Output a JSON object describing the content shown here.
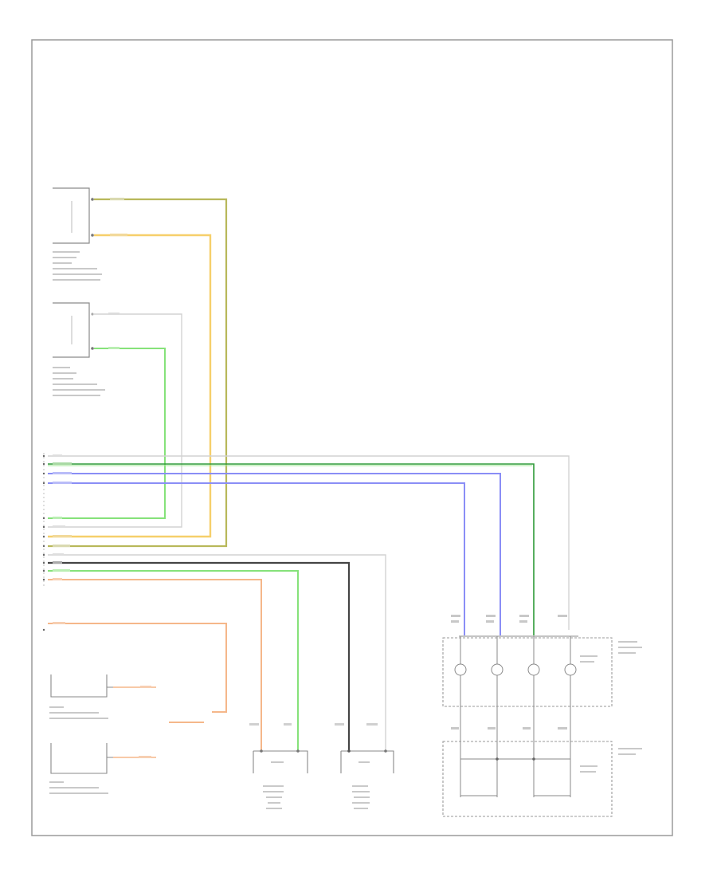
{
  "diagram": {
    "page_tag": "",
    "colors": {
      "frame": "#9a9a9a",
      "component": "#8a8a8a",
      "yellow": "#f6cf6b",
      "olive": "#b8b85a",
      "green": "#86e27a",
      "dark_green": "#2f9a38",
      "blue": "#8a8ef6",
      "orange": "#f5b78a",
      "black": "#444444",
      "white_wire": "#d2d2d2"
    },
    "components": [
      {
        "id": "passenger-front-impact-sensor",
        "label": ""
      },
      {
        "id": "driver-front-impact-sensor",
        "label": ""
      },
      {
        "id": "airbag-control-unit",
        "label": ""
      },
      {
        "id": "front-passenger-seat-belt-sensor",
        "label": ""
      },
      {
        "id": "driver-seat-belt-sensor",
        "label": ""
      },
      {
        "id": "passenger-side-airbag",
        "label": ""
      },
      {
        "id": "driver-side-airbag",
        "label": ""
      },
      {
        "id": "clock-spring",
        "label": ""
      },
      {
        "id": "steering-wheel",
        "label": ""
      }
    ],
    "wires": [
      {
        "id": "passenger-sensor-olive",
        "color": "olive",
        "label": ""
      },
      {
        "id": "passenger-sensor-yellow",
        "color": "yellow",
        "label": ""
      },
      {
        "id": "driver-sensor-white",
        "color": "white_wire",
        "label": ""
      },
      {
        "id": "driver-sensor-green",
        "color": "green",
        "label": ""
      },
      {
        "id": "clock-white",
        "color": "white_wire",
        "label": ""
      },
      {
        "id": "clock-green",
        "color": "dark_green",
        "label": ""
      },
      {
        "id": "clock-blue-1",
        "color": "blue",
        "label": ""
      },
      {
        "id": "clock-blue-2",
        "color": "blue",
        "label": ""
      },
      {
        "id": "side-airbag-black",
        "color": "black",
        "label": ""
      },
      {
        "id": "side-airbag-white",
        "color": "white_wire",
        "label": ""
      },
      {
        "id": "side-airbag-green",
        "color": "green",
        "label": ""
      },
      {
        "id": "side-airbag-orange",
        "color": "orange",
        "label": ""
      },
      {
        "id": "seatbelt-orange",
        "color": "orange",
        "label": ""
      }
    ]
  }
}
